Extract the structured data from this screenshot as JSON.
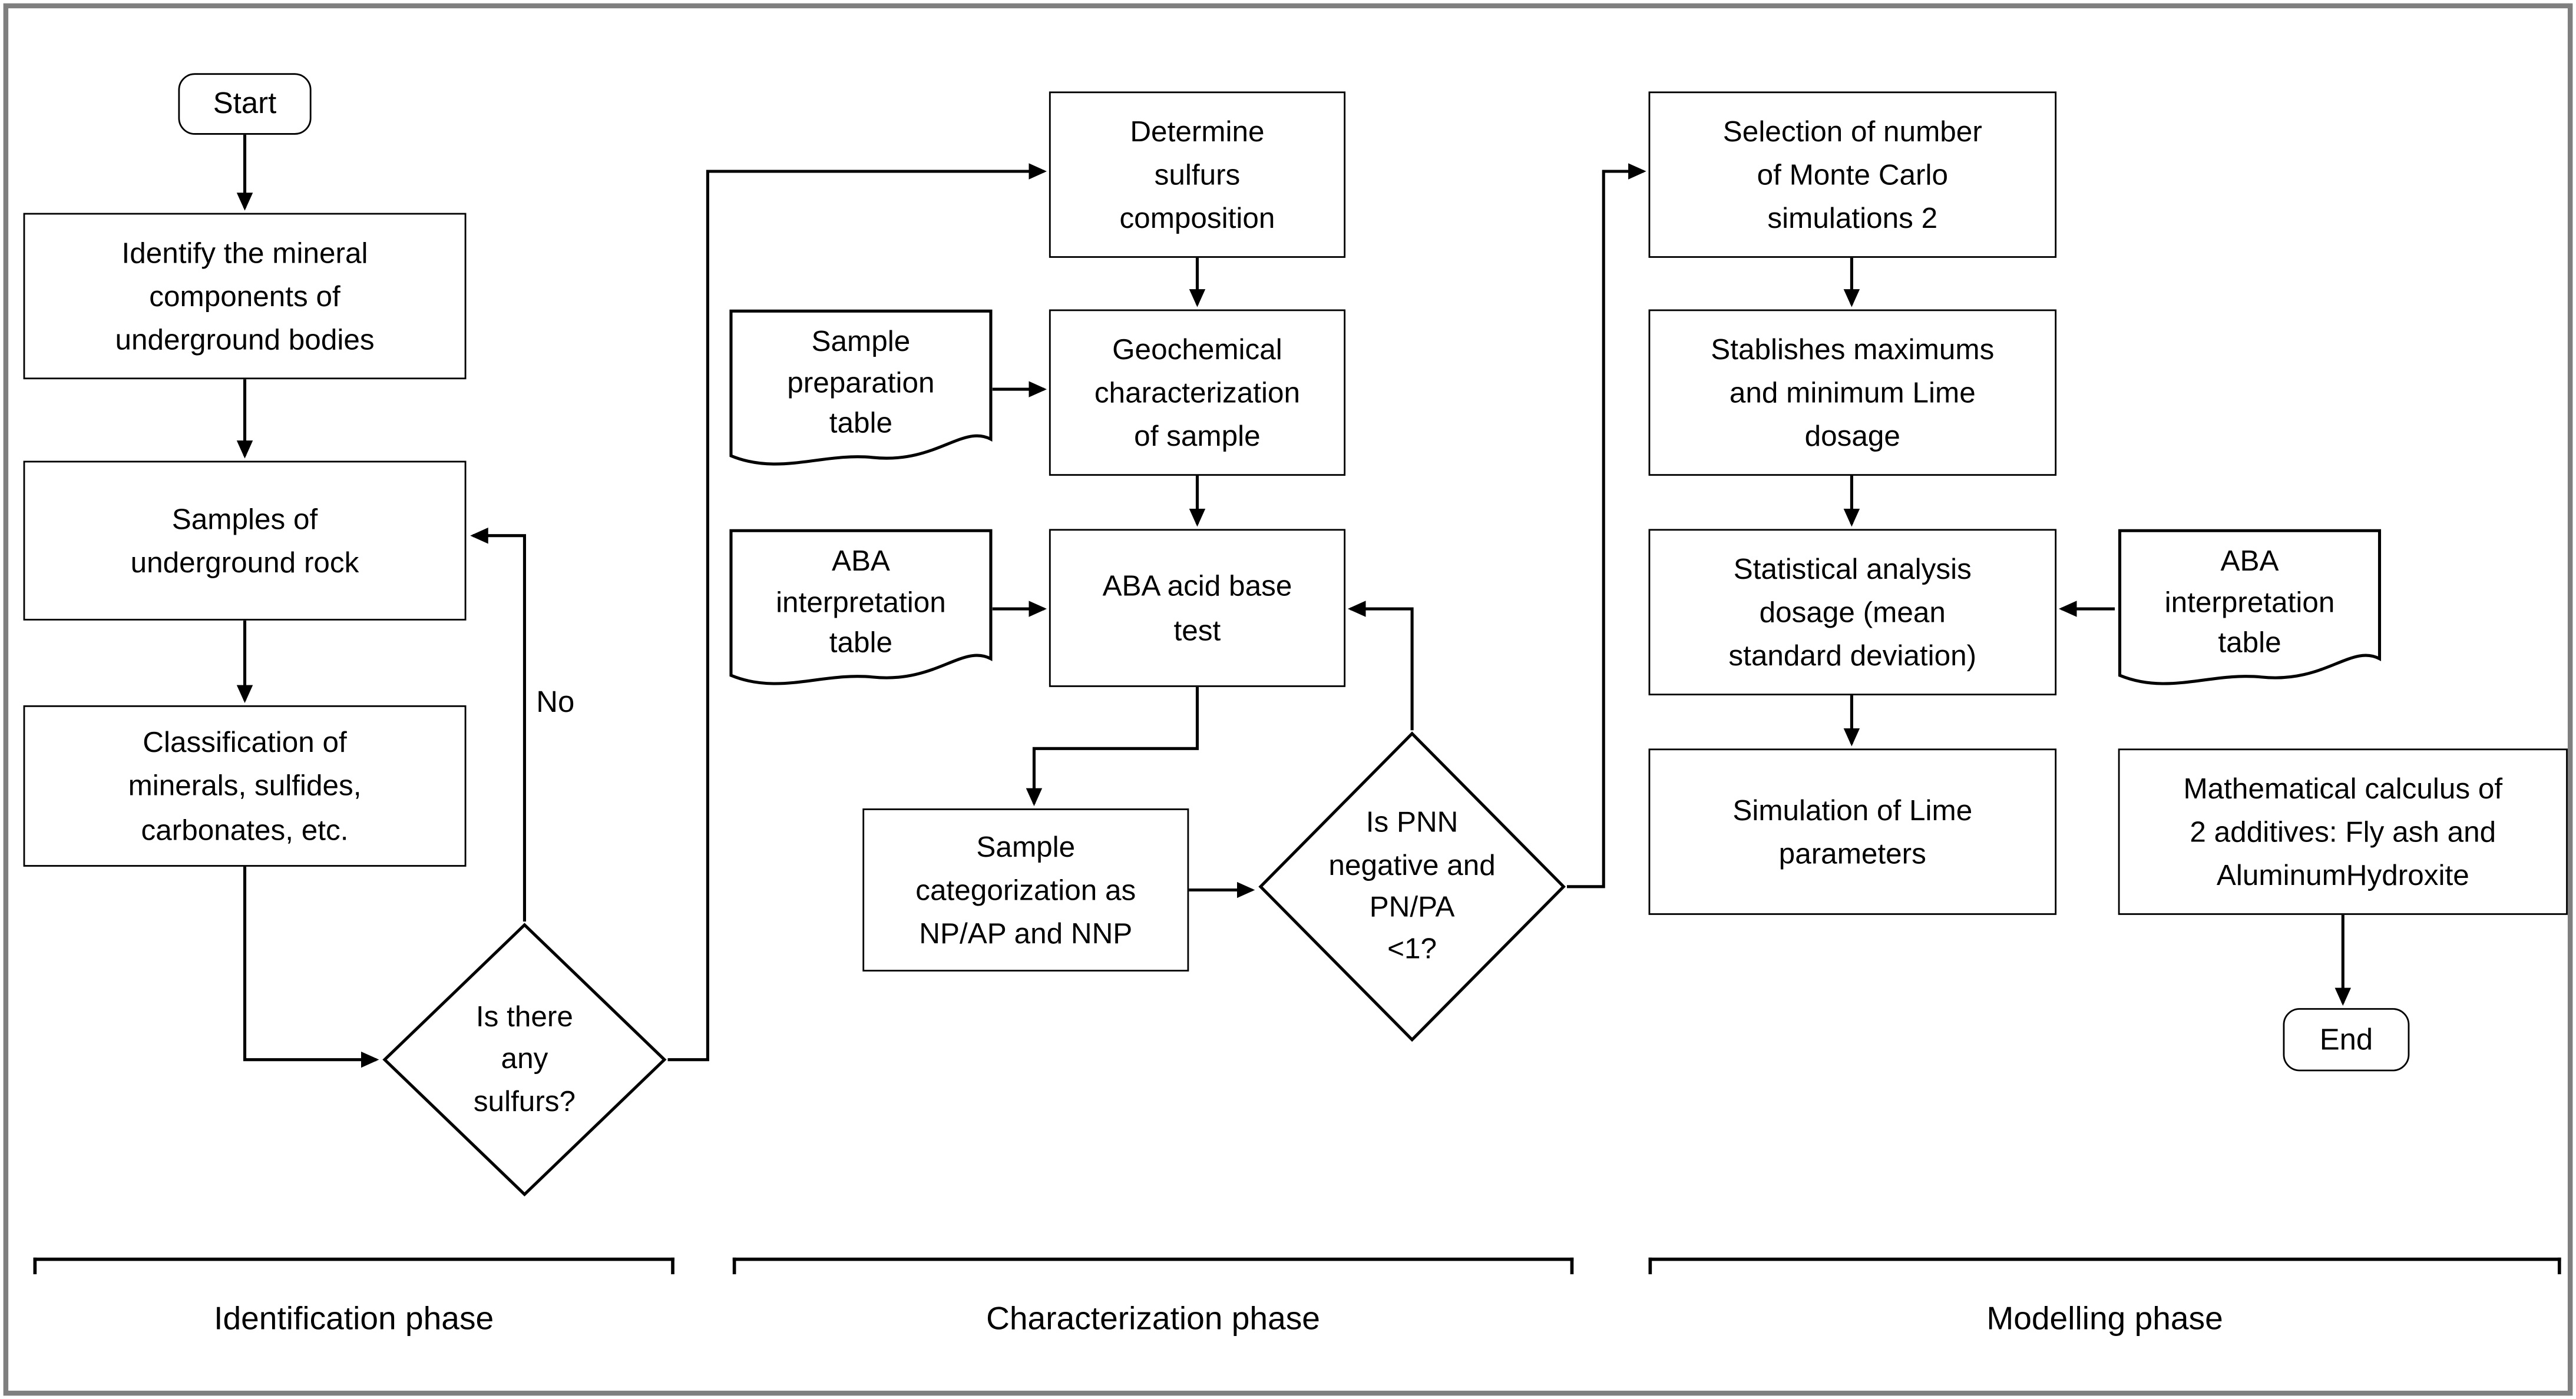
{
  "nodes": {
    "start": "Start",
    "identify": "Identify the mineral\ncomponents of\nunderground bodies",
    "samples": "Samples of\nunderground rock",
    "classification": "Classification of\nminerals, sulfides,\ncarbonates, etc.",
    "sulfurs_decision": "Is there\nany\nsulfurs?",
    "determine": "Determine\nsulfurs\ncomposition",
    "sample_prep_doc": "Sample\npreparation\ntable",
    "geochem": "Geochemical\ncharacterization\nof sample",
    "aba_interp_doc_left": "ABA\ninterpretation\ntable",
    "aba_test": "ABA acid base\ntest",
    "sample_cat": "Sample\ncategorization as\nNP/AP and NNP",
    "pnn_decision": "Is PNN\nnegative and\nPN/PA\n<1?",
    "monte_carlo": "Selection of number\nof Monte Carlo\nsimulations 2",
    "lime_dosage": "Stablishes maximums\nand minimum Lime\ndosage",
    "statistical": "Statistical analysis\ndosage (mean\nstandard deviation)",
    "aba_interp_doc_right": "ABA\ninterpretation\ntable",
    "simulation": "Simulation of Lime\nparameters",
    "math_calc": "Mathematical calculus of\n2 additives: Fly ash and\nAluminumHydroxite",
    "end": "End"
  },
  "edge_labels": {
    "no": "No"
  },
  "phases": {
    "identification": "Identification phase",
    "characterization": "Characterization phase",
    "modelling": "Modelling phase"
  },
  "colors": {
    "line": "#000000",
    "frame": "#7f7f7f",
    "background": "#ffffff"
  }
}
